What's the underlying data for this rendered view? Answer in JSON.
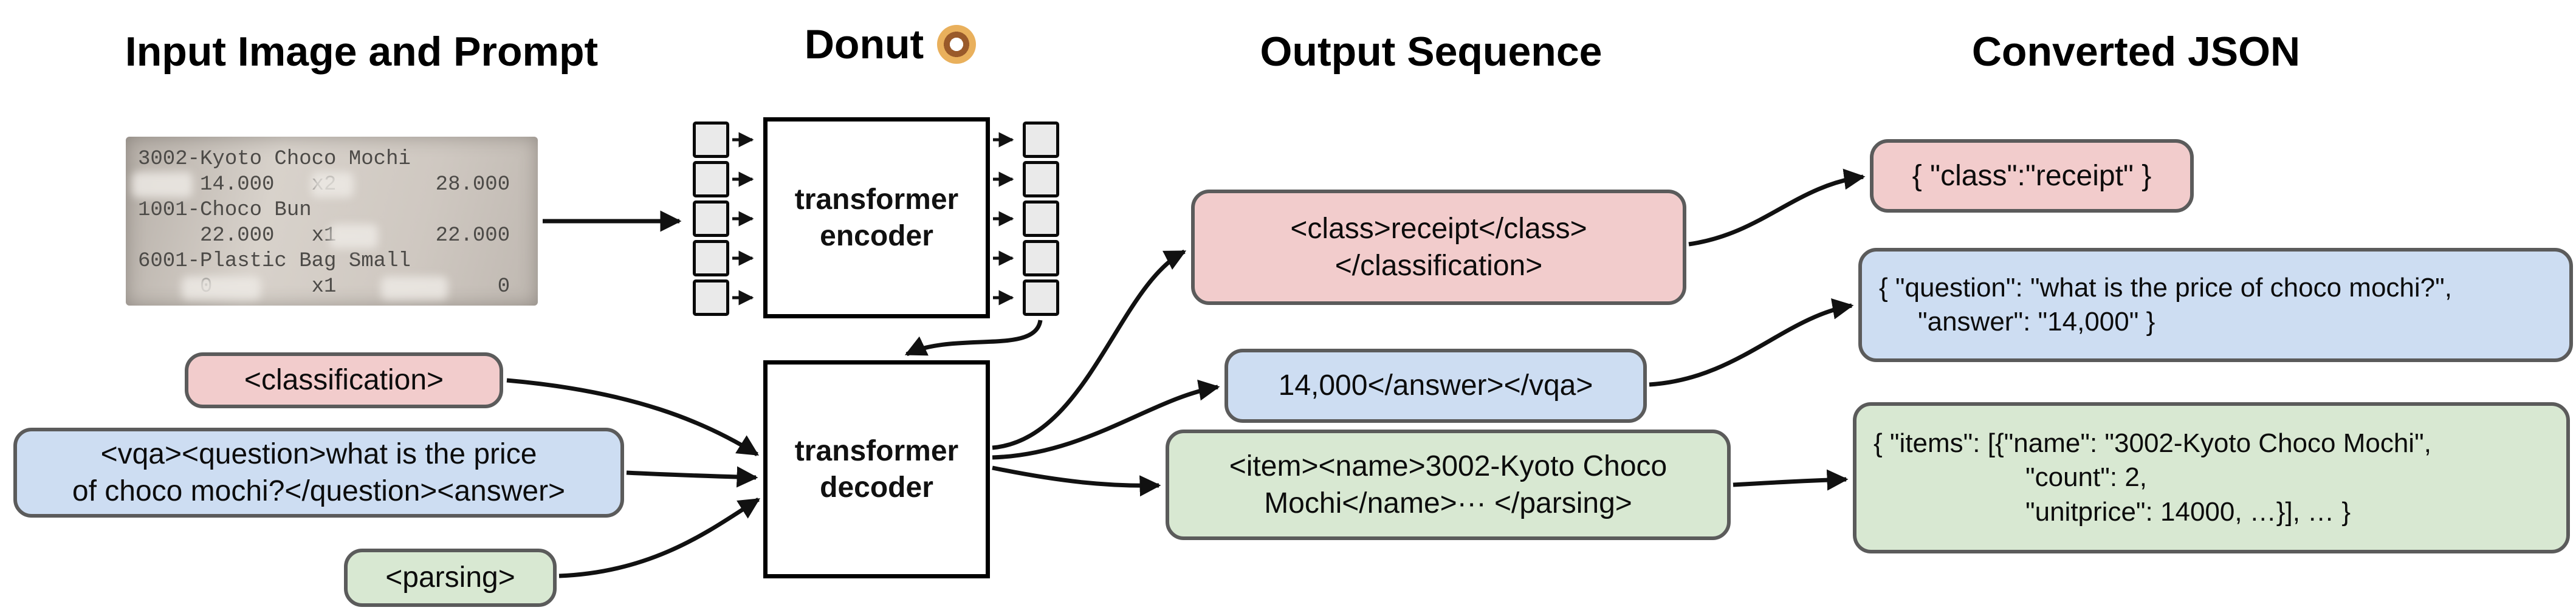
{
  "titles": {
    "input": "Input Image and Prompt",
    "model": "Donut",
    "output": "Output Sequence",
    "converted": "Converted JSON"
  },
  "receipt": {
    "lines": [
      "3002-Kyoto Choco Mochi",
      "     14.000   x2        28.000",
      "1001-Choco Bun",
      "     22.000   x1        22.000",
      "6001-Plastic Bag Small",
      "     0        x1             0"
    ]
  },
  "prompts": {
    "classification": "<classification>",
    "vqa_line1": "<vqa><question>what is the price",
    "vqa_line2": "of choco mochi?</question><answer>",
    "parsing": "<parsing>"
  },
  "model": {
    "encoder_label": "transformer encoder",
    "decoder_label": "transformer decoder"
  },
  "outputs": {
    "classification_line1": "<class>receipt</class>",
    "classification_line2": "</classification>",
    "vqa": "14,000</answer></vqa>",
    "parsing_line1": "<item><name>3002-Kyoto Choco",
    "parsing_line2": "Mochi</name>··· </parsing>"
  },
  "converted_json": {
    "classification": "{ \"class\":\"receipt\" }",
    "vqa_line1": "{ \"question\": \"what is the price of choco mochi?\",",
    "vqa_line2": "\"answer\": \"14,000\" }",
    "parsing_line1": "{ \"items\": [{\"name\": \"3002-Kyoto Choco Mochi\",",
    "parsing_line2": "\"count\": 2,",
    "parsing_line3": "\"unitprice\": 14000, …}], … }"
  },
  "colors": {
    "classification": "#f2cccc",
    "vqa": "#cdddf2",
    "parsing": "#d8e8d2",
    "box_border": "#5b5b5b",
    "arrow": "#111111"
  }
}
